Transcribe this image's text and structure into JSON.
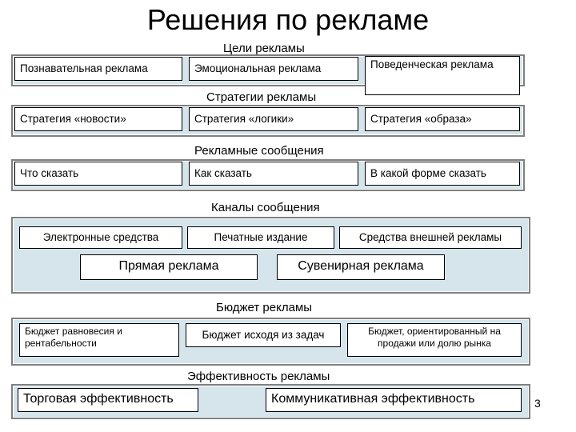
{
  "title": "Решения по рекламе",
  "sections": {
    "goals": {
      "label": "Цели рекламы",
      "items": [
        "Познавательная реклама",
        "Эмоциональная реклама",
        "Поведенческая реклама"
      ]
    },
    "strategies": {
      "label": "Стратегии рекламы",
      "items": [
        "Стратегия «новости»",
        "Стратегия «логики»",
        "Стратегия «образа»"
      ]
    },
    "messages": {
      "label": "Рекламные сообщения",
      "items": [
        "Что сказать",
        "Как сказать",
        "В какой форме сказать"
      ]
    },
    "channels": {
      "label": "Каналы сообщения",
      "items": [
        "Электронные средства",
        "Печатные издание",
        "Средства внешней рекламы",
        "Прямая реклама",
        "Сувенирная реклама"
      ]
    },
    "budget": {
      "label": "Бюджет рекламы",
      "items": [
        "Бюджет равновесия и рентабельности",
        "Бюджет исходя из задач",
        "Бюджет, ориентированный на продажи или долю рынка"
      ]
    },
    "efficiency": {
      "label": "Эффективность рекламы",
      "items": [
        "Торговая эффективность",
        "Коммуникативная эффективность"
      ]
    }
  },
  "page_number": "3",
  "colors": {
    "band_fill": "#d6e5ec",
    "band_border": "#7f7f7f",
    "box_border": "#000000"
  }
}
